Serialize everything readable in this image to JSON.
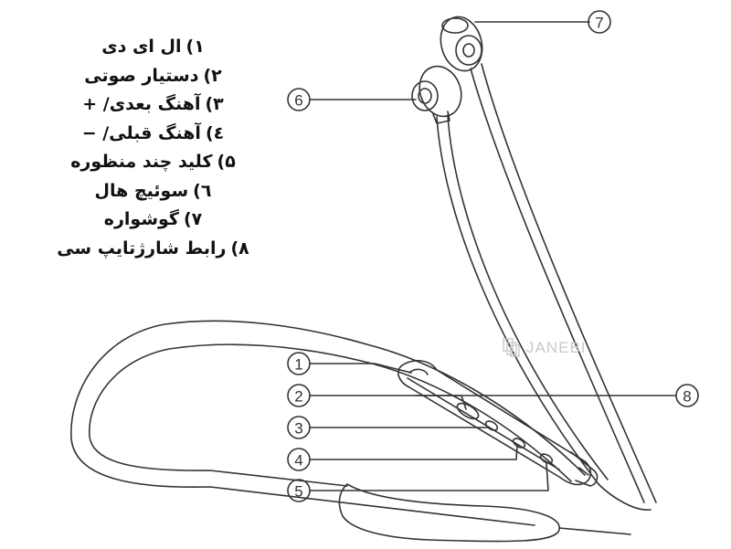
{
  "legend": {
    "items": [
      {
        "number": "۱)",
        "label": "ال ای دی"
      },
      {
        "number": "۲)",
        "label": "دستیار صوتی"
      },
      {
        "number": "۳)",
        "label": "آهنگ بعدی/ +"
      },
      {
        "number": "٤)",
        "label": "آهنگ قبلی/ −"
      },
      {
        "number": "۵)",
        "label": "کلید چند منظوره"
      },
      {
        "number": "٦)",
        "label": "سوئیچ هال"
      },
      {
        "number": "۷)",
        "label": "گوشواره"
      },
      {
        "number": "۸)",
        "label": "رابط شارژتایپ سی"
      }
    ]
  },
  "callouts": {
    "c1": "1",
    "c2": "2",
    "c3": "3",
    "c4": "4",
    "c5": "5",
    "c6": "6",
    "c7": "7",
    "c8": "8"
  },
  "watermark": {
    "text": "JANEBI",
    "icon": "document-stack-icon"
  },
  "colors": {
    "line": "#333333",
    "watermark": "#c9c9c9"
  }
}
